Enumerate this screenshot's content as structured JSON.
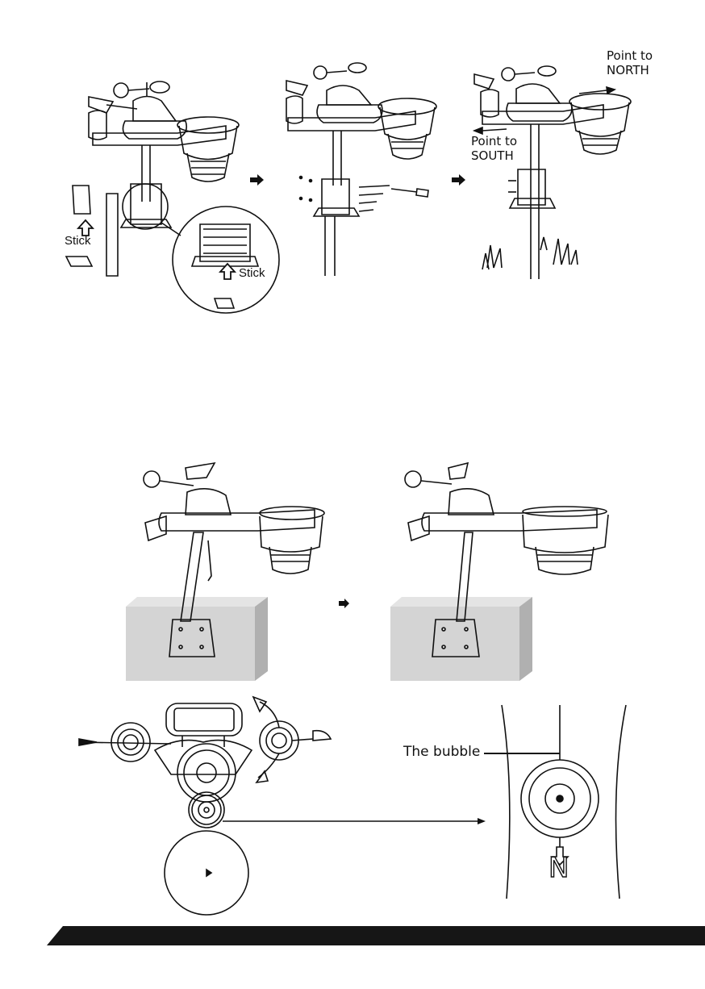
{
  "illustration_1": {
    "stick_label_left": "Stick",
    "stick_label_detail": "Stick",
    "north_label": "Point to\nNORTH",
    "south_label": "Point to\nSOUTH"
  },
  "illustration_3": {
    "bubble_label": "The bubble",
    "compass_letter": "N"
  },
  "colors": {
    "line": "#111111",
    "wall_front": "#d4d4d4",
    "wall_side": "#b0b0b0",
    "footer": "#161616"
  }
}
